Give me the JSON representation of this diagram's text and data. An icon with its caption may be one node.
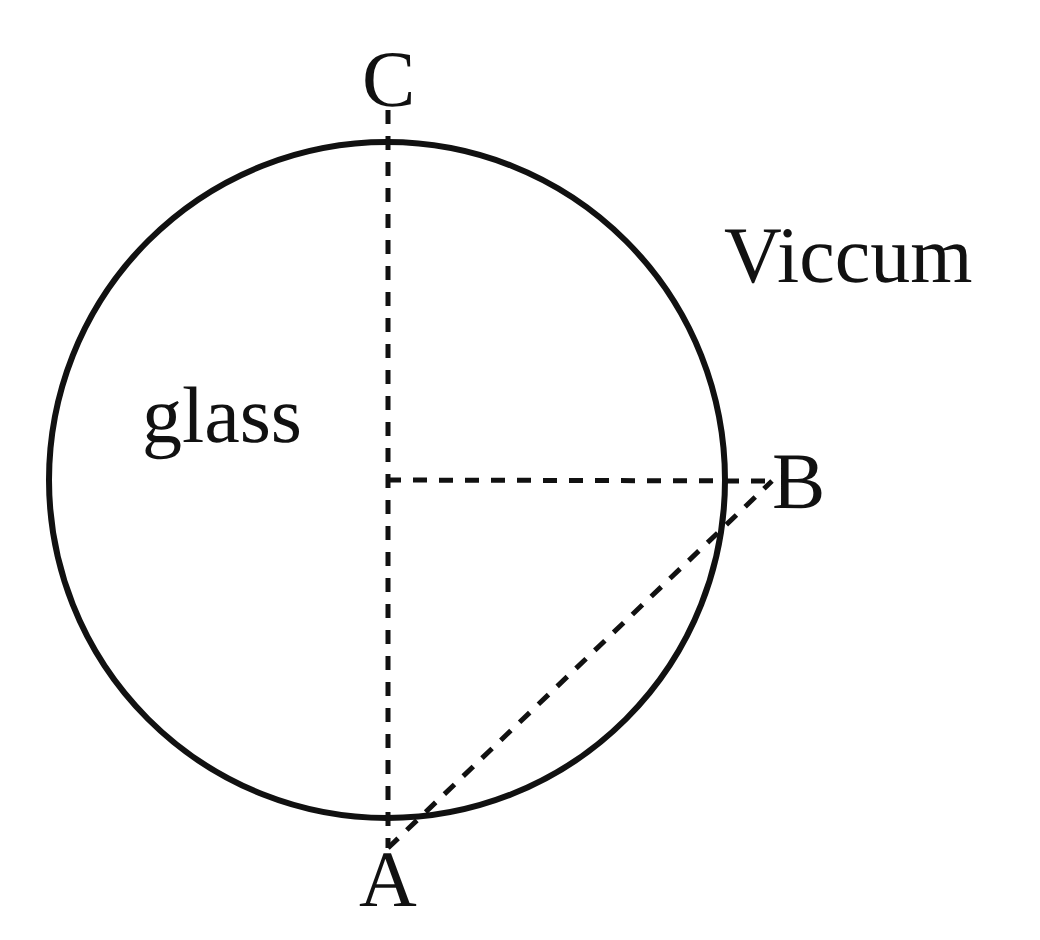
{
  "diagram": {
    "nodes": [
      {
        "text": [
          "C"
        ]
      },
      {
        "text": [
          "B"
        ]
      },
      {
        "text": [
          "A"
        ]
      }
    ],
    "edges": [
      {
        "from": 0,
        "to": 2,
        "arrow": "none",
        "style": "dashed"
      },
      {
        "from": null,
        "to": 1,
        "arrow": "none",
        "style": "dashed"
      },
      {
        "from": 2,
        "to": 1,
        "arrow": "none",
        "style": "dashed"
      }
    ],
    "labels": [
      "Viccum",
      "glass"
    ]
  }
}
